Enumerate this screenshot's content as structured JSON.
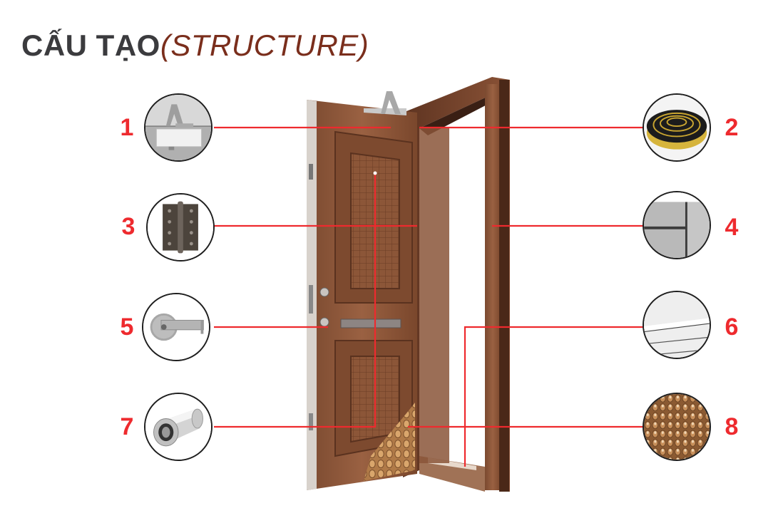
{
  "title": {
    "vietnamese": "CẤU TẠO",
    "english": "(STRUCTURE)"
  },
  "colors": {
    "title_dark": "#3b3b3e",
    "title_brown": "#7a2e1c",
    "callout_red": "#ee2a2e",
    "wood": "#8a5236"
  },
  "components": [
    {
      "number": "1",
      "icon": "door-closer-icon",
      "side": "left"
    },
    {
      "number": "2",
      "icon": "rubber-seal-roll-icon",
      "side": "right"
    },
    {
      "number": "3",
      "icon": "hinge-icon",
      "side": "left"
    },
    {
      "number": "4",
      "icon": "frame-corner-icon",
      "side": "right"
    },
    {
      "number": "5",
      "icon": "lever-handle-icon",
      "side": "left"
    },
    {
      "number": "6",
      "icon": "threshold-strip-icon",
      "side": "right"
    },
    {
      "number": "7",
      "icon": "door-viewer-icon",
      "side": "left"
    },
    {
      "number": "8",
      "icon": "honeycomb-core-icon",
      "side": "right"
    }
  ]
}
